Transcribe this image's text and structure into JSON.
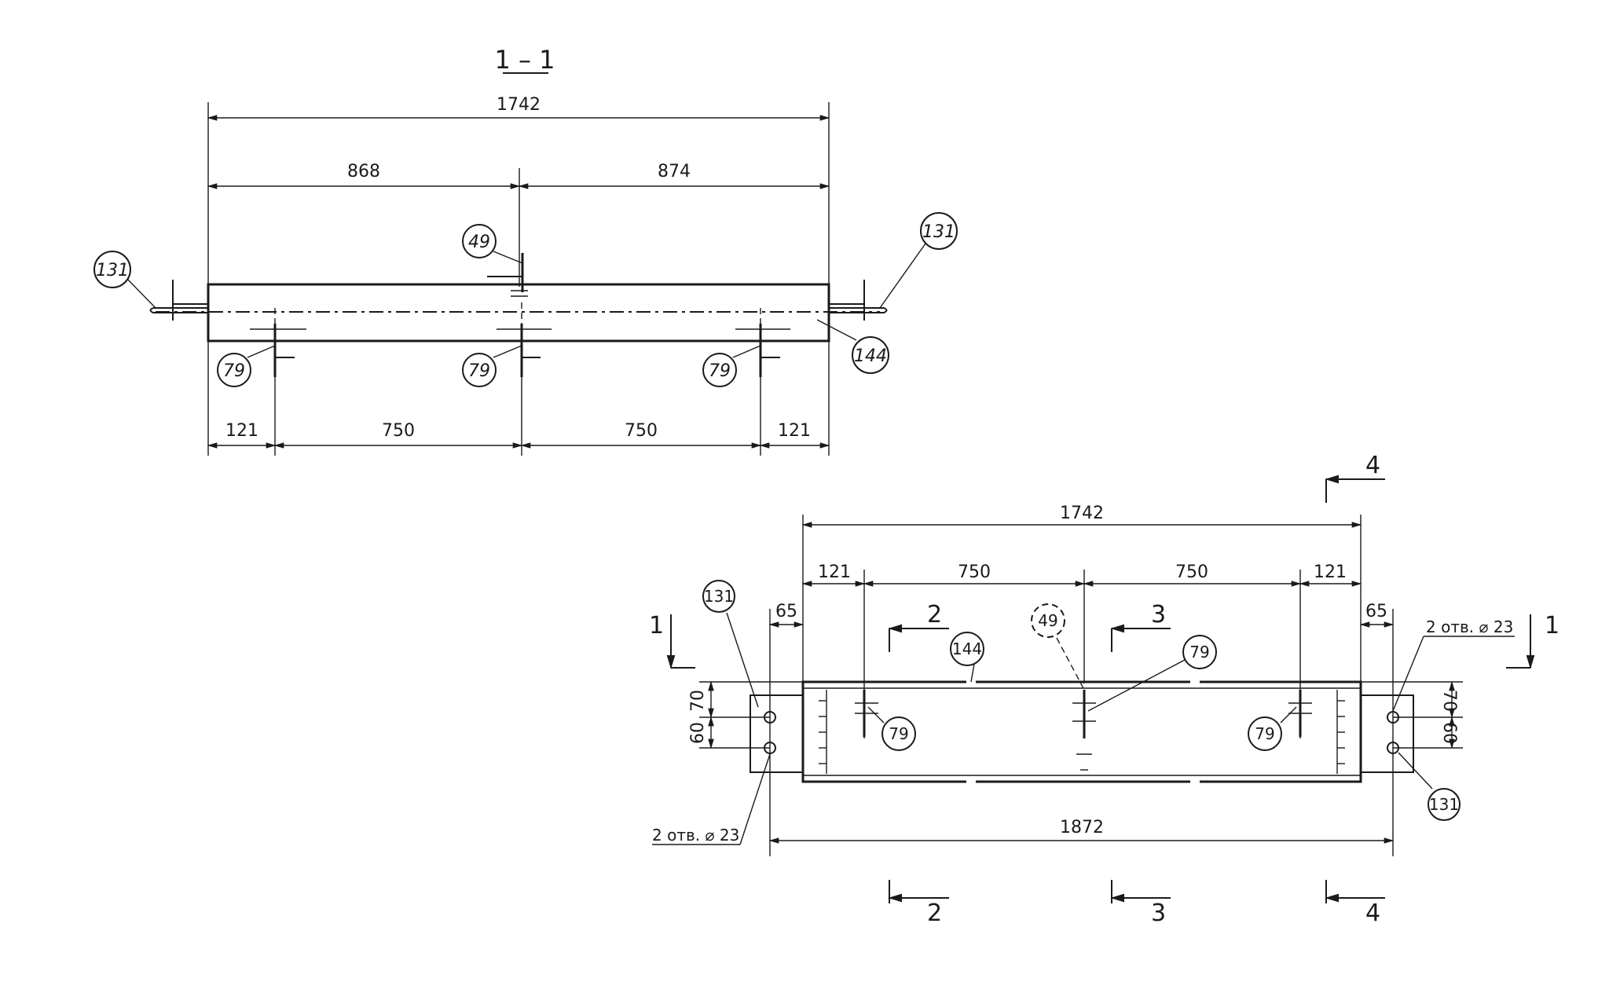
{
  "section_view": {
    "title": "1 – 1",
    "dims_top": {
      "overall": "1742",
      "left": "868",
      "right": "874"
    },
    "dims_bottom": [
      "121",
      "750",
      "750",
      "121"
    ],
    "balloons": {
      "left_plate": "131",
      "right_plate": "131",
      "top": "49",
      "bolt_left": "79",
      "bolt_mid": "79",
      "bolt_right": "79",
      "beam": "144"
    }
  },
  "plan_view": {
    "dims_top": {
      "overall": "1742",
      "seg1": "121",
      "seg2": "750",
      "seg3": "750",
      "seg4": "121",
      "end_left": "65",
      "end_right": "65"
    },
    "dims_left": {
      "upper": "70",
      "lower": "60"
    },
    "dims_right": {
      "upper": "70",
      "lower": "60"
    },
    "dim_bottom": "1872",
    "notes": {
      "holes_left": "2 отв. ⌀ 23",
      "holes_right": "2 отв. ⌀ 23"
    },
    "balloons": {
      "plate_left": "131",
      "plate_right": "131",
      "beam": "144",
      "top_hidden": "49",
      "bolt_mid": "79",
      "bolt_left": "79",
      "bolt_right": "79"
    },
    "section_marks": {
      "s1_left": "1",
      "s1_right": "1",
      "s2_top": "2",
      "s3_top": "3",
      "s4_top": "4",
      "s2_bottom": "2",
      "s3_bottom": "3",
      "s4_bottom": "4"
    }
  }
}
